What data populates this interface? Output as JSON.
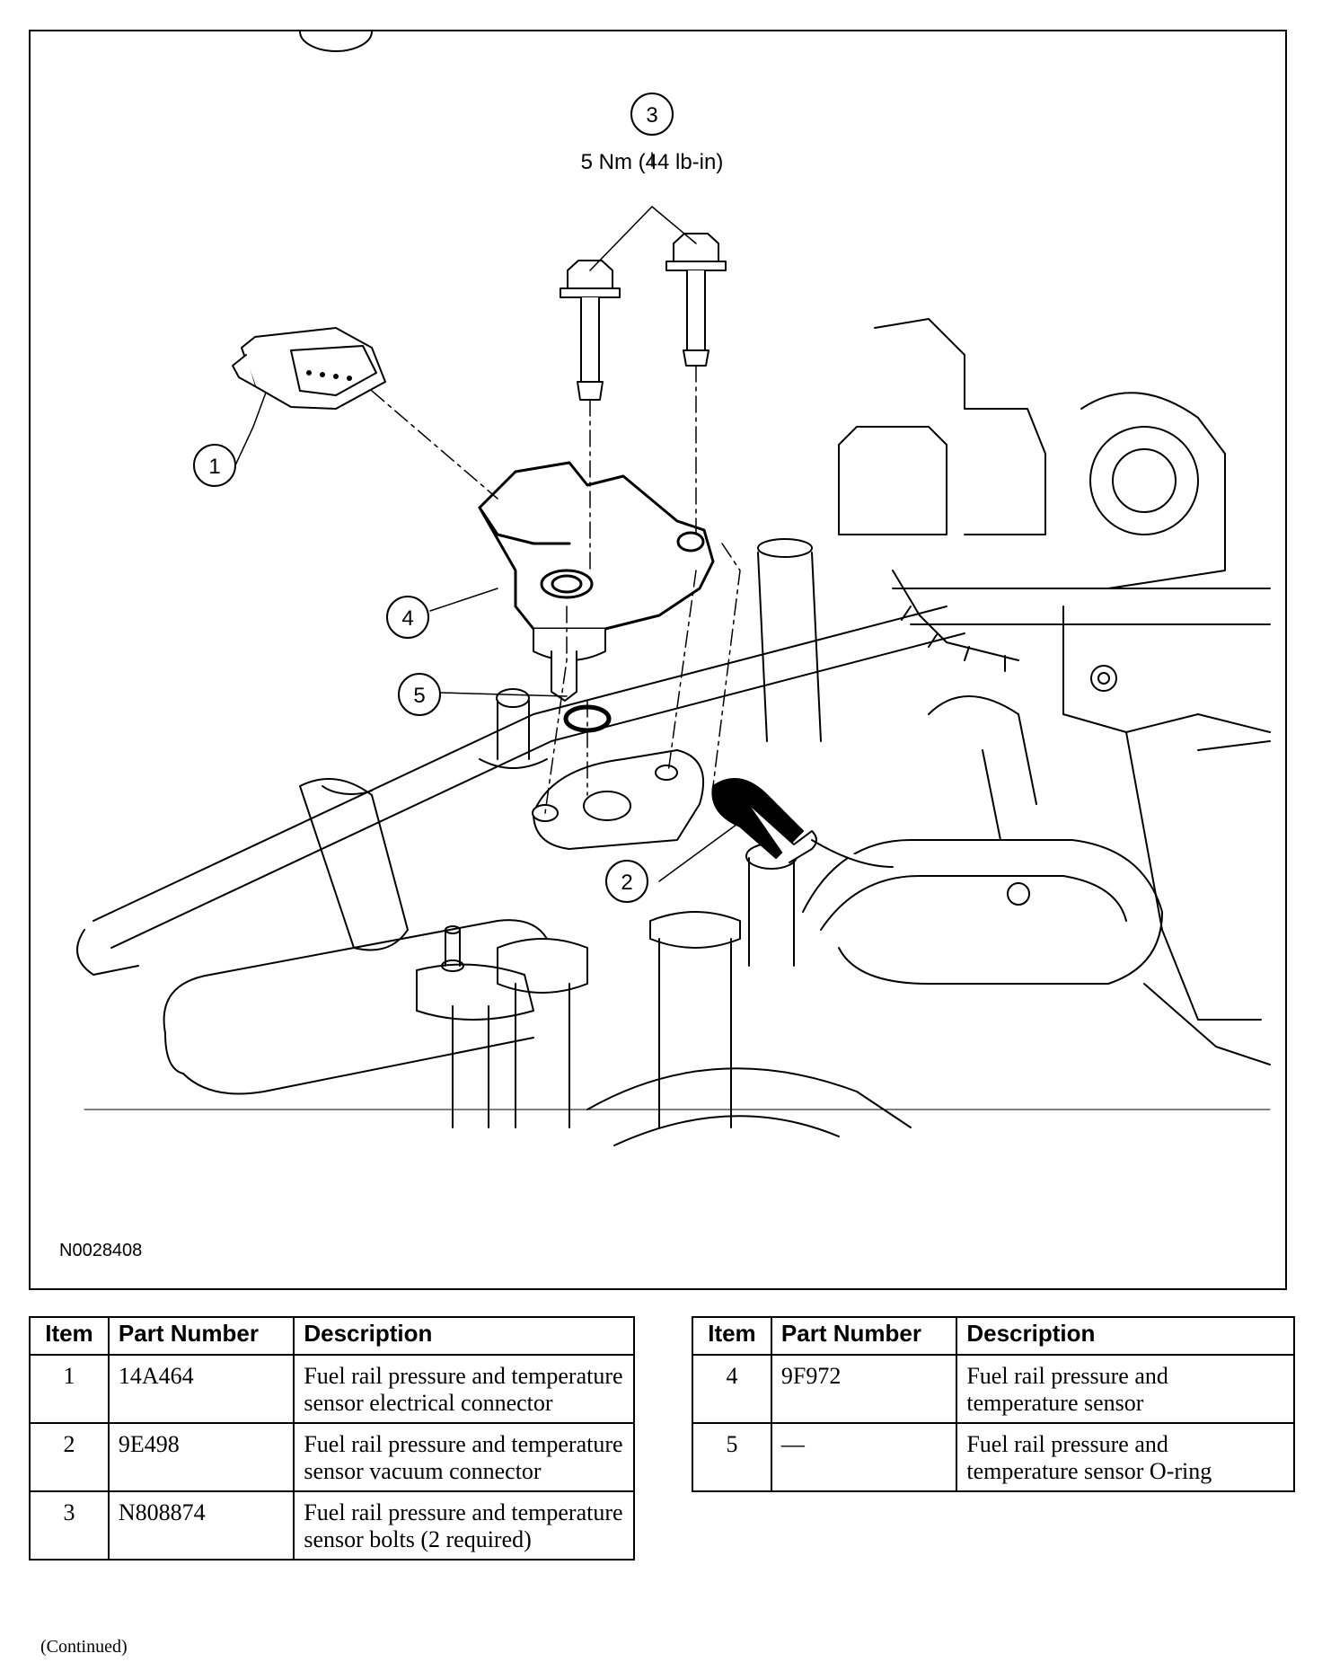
{
  "figure": {
    "id": "N0028408",
    "callouts": [
      "1",
      "2",
      "3",
      "4",
      "5"
    ],
    "torque": "5 Nm (44 lb-in)"
  },
  "tables": {
    "headers": {
      "item": "Item",
      "part_number": "Part Number",
      "description": "Description"
    },
    "left_rows": [
      {
        "item": "1",
        "part_number": "14A464",
        "description": "Fuel rail pressure and temperature sensor electrical connector"
      },
      {
        "item": "2",
        "part_number": "9E498",
        "description": "Fuel rail pressure and temperature sensor vacuum connector"
      },
      {
        "item": "3",
        "part_number": "N808874",
        "description": "Fuel rail pressure and temperature sensor bolts (2 required)"
      }
    ],
    "right_rows": [
      {
        "item": "4",
        "part_number": "9F972",
        "description": "Fuel rail pressure and temperature sensor"
      },
      {
        "item": "5",
        "part_number": "—",
        "description": "Fuel rail pressure and temperature sensor O-ring"
      }
    ]
  },
  "footer": {
    "continued": "(Continued)"
  }
}
